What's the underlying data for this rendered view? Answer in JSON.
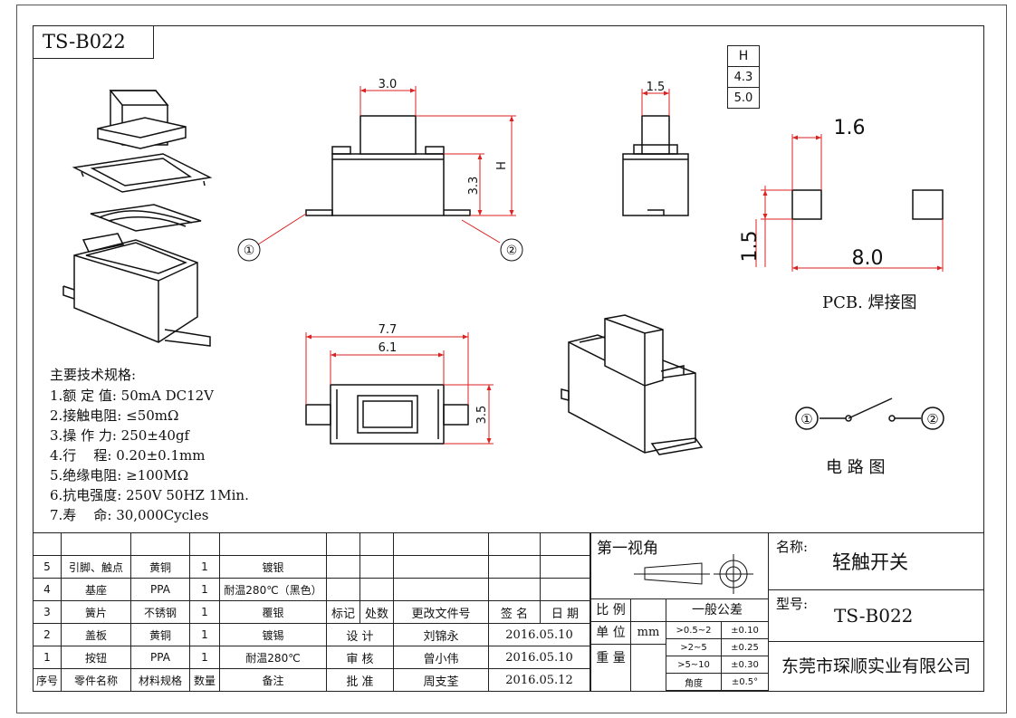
{
  "drawing_id": "TS-B022",
  "dimensions": {
    "top_width": "3.0",
    "height_33": "3.3",
    "height_h": "H",
    "side_width": "1.5",
    "h_values": [
      "H",
      "4.3",
      "5.0"
    ],
    "pcb_pad": "1.6",
    "pcb_pad_h": "1.5",
    "pcb_span": "8.0",
    "bottom_outer": "7.7",
    "bottom_inner": "6.1",
    "bottom_height": "3.5",
    "pin1": "①",
    "pin2": "②"
  },
  "labels": {
    "pcb": "PCB. 焊接图",
    "circuit": "电 路 图",
    "circuit_pin1": "①",
    "circuit_pin2": "②"
  },
  "specs": {
    "heading": "主要技术规格:",
    "items": [
      "1.额 定 值: 50mA DC12V",
      "2.接触电阻: ≤50mΩ",
      "3.操 作 力: 250±40gf",
      "4.行    程: 0.20±0.1mm",
      "5.绝缘电阻: ≥100MΩ",
      "6.抗电强度: 250V 50HZ 1Min.",
      "7.寿    命: 30,000Cycles"
    ]
  },
  "bom": {
    "rows": [
      [
        "5",
        "引脚、触点",
        "黄铜",
        "1",
        "镀银"
      ],
      [
        "4",
        "基座",
        "PPA",
        "1",
        "耐温280℃（黑色）"
      ],
      [
        "3",
        "簧片",
        "不锈钢",
        "1",
        "覆银"
      ],
      [
        "2",
        "盖板",
        "黄铜",
        "1",
        "镀锡"
      ],
      [
        "1",
        "按钮",
        "PPA",
        "1",
        "耐温280℃"
      ]
    ],
    "header": [
      "序号",
      "零件名称",
      "材料规格",
      "数量",
      "备注"
    ]
  },
  "revision": {
    "header": [
      "标记",
      "处数",
      "更改文件号",
      "签 名",
      "日 期"
    ],
    "rows": [
      [
        "设 计",
        "刘锦永",
        "2016.05.10"
      ],
      [
        "审 核",
        "曾小伟",
        "2016.05.10"
      ],
      [
        "批 准",
        "周支荃",
        "2016.05.12"
      ]
    ]
  },
  "projection": {
    "label": "第一视角"
  },
  "scale": {
    "ratio_label": "比 例",
    "unit_label": "单 位",
    "unit": "mm",
    "weight_label": "重 量"
  },
  "tolerance": {
    "title": "一般公差",
    "rows": [
      [
        ">0.5~2",
        "±0.10"
      ],
      [
        ">2~5",
        "±0.25"
      ],
      [
        ">5~10",
        "±0.30"
      ],
      [
        "角度",
        "±0.5°"
      ]
    ]
  },
  "title_block": {
    "name_label": "名称:",
    "name": "轻触开关",
    "model_label": "型号:",
    "model": "TS-B022",
    "company": "东莞市琛顺实业有限公司"
  }
}
